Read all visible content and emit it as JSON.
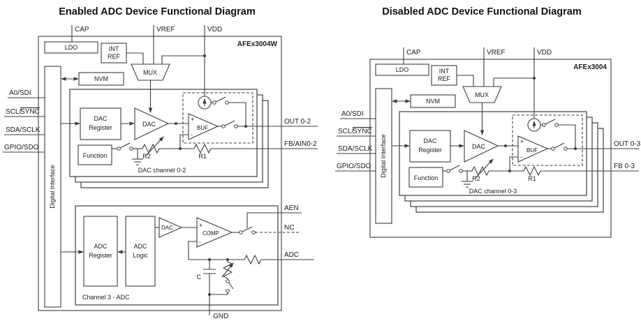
{
  "sym": {
    "plus": "+",
    "minus": "-"
  },
  "left": {
    "title": "Enabled ADC Device Functional Diagram",
    "chip": "AFEx3004W",
    "pins": {
      "cap": "CAP",
      "vref": "VREF",
      "vdd": "VDD",
      "a0_sdi": "A0/SDI",
      "scl_prefix": "SCL/",
      "scl_sync": "SYNC",
      "sda_sclk": "SDA/SCLK",
      "gpio_sdo": "GPIO/SDO",
      "out": "OUT 0-2",
      "fb": "FB/AIN0-2",
      "aen": "AEN",
      "nc": "NC",
      "adc": "ADC",
      "gnd": "GND"
    },
    "blocks": {
      "ldo": "LDO",
      "int_ref": [
        "INT",
        "REF"
      ],
      "mux": "MUX",
      "nvm": "NVM",
      "digital_interface": "Digital Interface",
      "dac_register": [
        "DAC",
        "Register"
      ],
      "dac": "DAC",
      "buf": "BUF",
      "function": "Function",
      "r1": "R1",
      "r2": "R2",
      "channel_label": "DAC channel 0-2",
      "adc_register": [
        "ADC",
        "Register"
      ],
      "adc_logic": [
        "ADC",
        "Logic"
      ],
      "adc_dac": "DAC",
      "comp": "COMP",
      "cap_c": "C",
      "adc_channel_label": "Channel 3 - ADC"
    }
  },
  "right": {
    "title": "Disabled ADC Device Functional Diagram",
    "chip": "AFEx3004",
    "pins": {
      "cap": "CAP",
      "vref": "VREF",
      "vdd": "VDD",
      "a0_sdi": "A0/SDI",
      "scl_prefix": "SCL/",
      "scl_sync": "SYNC",
      "sda_sclk": "SDA/SCLK",
      "gpio_sdo": "GPIO/SDO",
      "out": "OUT 0-3",
      "fb": "FB 0-3"
    },
    "blocks": {
      "ldo": "LDO",
      "int_ref": [
        "INT",
        "REF"
      ],
      "mux": "MUX",
      "nvm": "NVM",
      "digital_interface": "Digital Interface",
      "dac_register": [
        "DAC",
        "Register"
      ],
      "dac": "DAC",
      "buf": "BUF",
      "function": "Function",
      "r1": "R1",
      "r2": "R2",
      "channel_label": "DAC channel 0-3"
    }
  }
}
